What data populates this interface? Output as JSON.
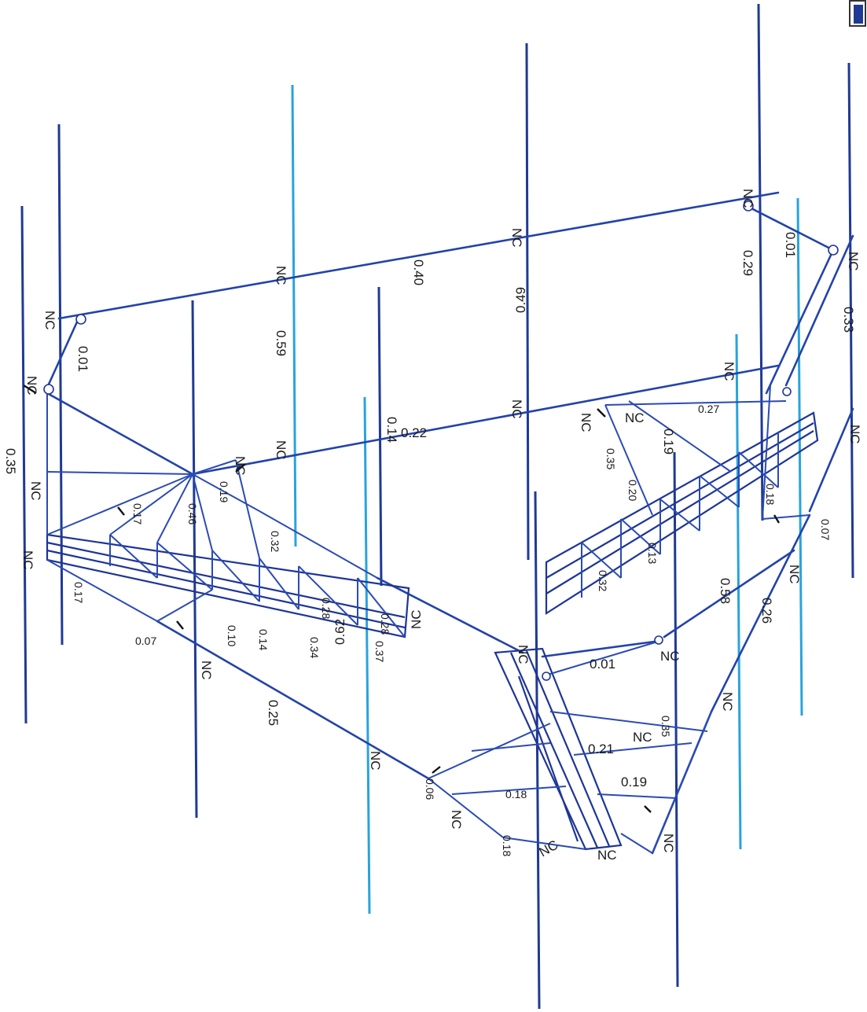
{
  "diagram": {
    "colors": {
      "column_dark": "#1f3a93",
      "column_light": "#29a3dc",
      "beam": "#2343a8",
      "label": "#1a1a1a"
    },
    "labels": {
      "l_035": "0.35",
      "l_040": "0.40",
      "l_001a": "0.01",
      "l_059": "0.59",
      "l_049": "0.49",
      "l_029": "0.29",
      "l_001b": "0.01",
      "l_033": "0.33",
      "l_014": "0.14",
      "l_022": "0.22",
      "l_017a": "0.17",
      "l_046": "0.46",
      "l_019a": "0.19",
      "l_032a": "0.32",
      "l_017b": "0.17",
      "l_007a": "0.07",
      "l_010": "0.10",
      "l_014b": "0.14",
      "l_034": "0.34",
      "l_037": "0.37",
      "l_062": "0.62",
      "l_028a": "0.28",
      "l_028b": "0.28",
      "l_025": "0.25",
      "l_006": "0.06",
      "l_018a": "0.18",
      "l_018b": "0.18",
      "l_021": "0.21",
      "l_019b": "0.19",
      "l_035b": "0.35",
      "l_001c": "0.01",
      "l_058": "0.58",
      "l_026": "0.26",
      "l_020": "0.20",
      "l_019c": "0.19",
      "l_035c": "0.35",
      "l_018c": "0.18",
      "l_007b": "0.07",
      "l_013": "0.13",
      "l_032b": "0.32",
      "l_027": "0.27"
    },
    "nc": "NC"
  }
}
